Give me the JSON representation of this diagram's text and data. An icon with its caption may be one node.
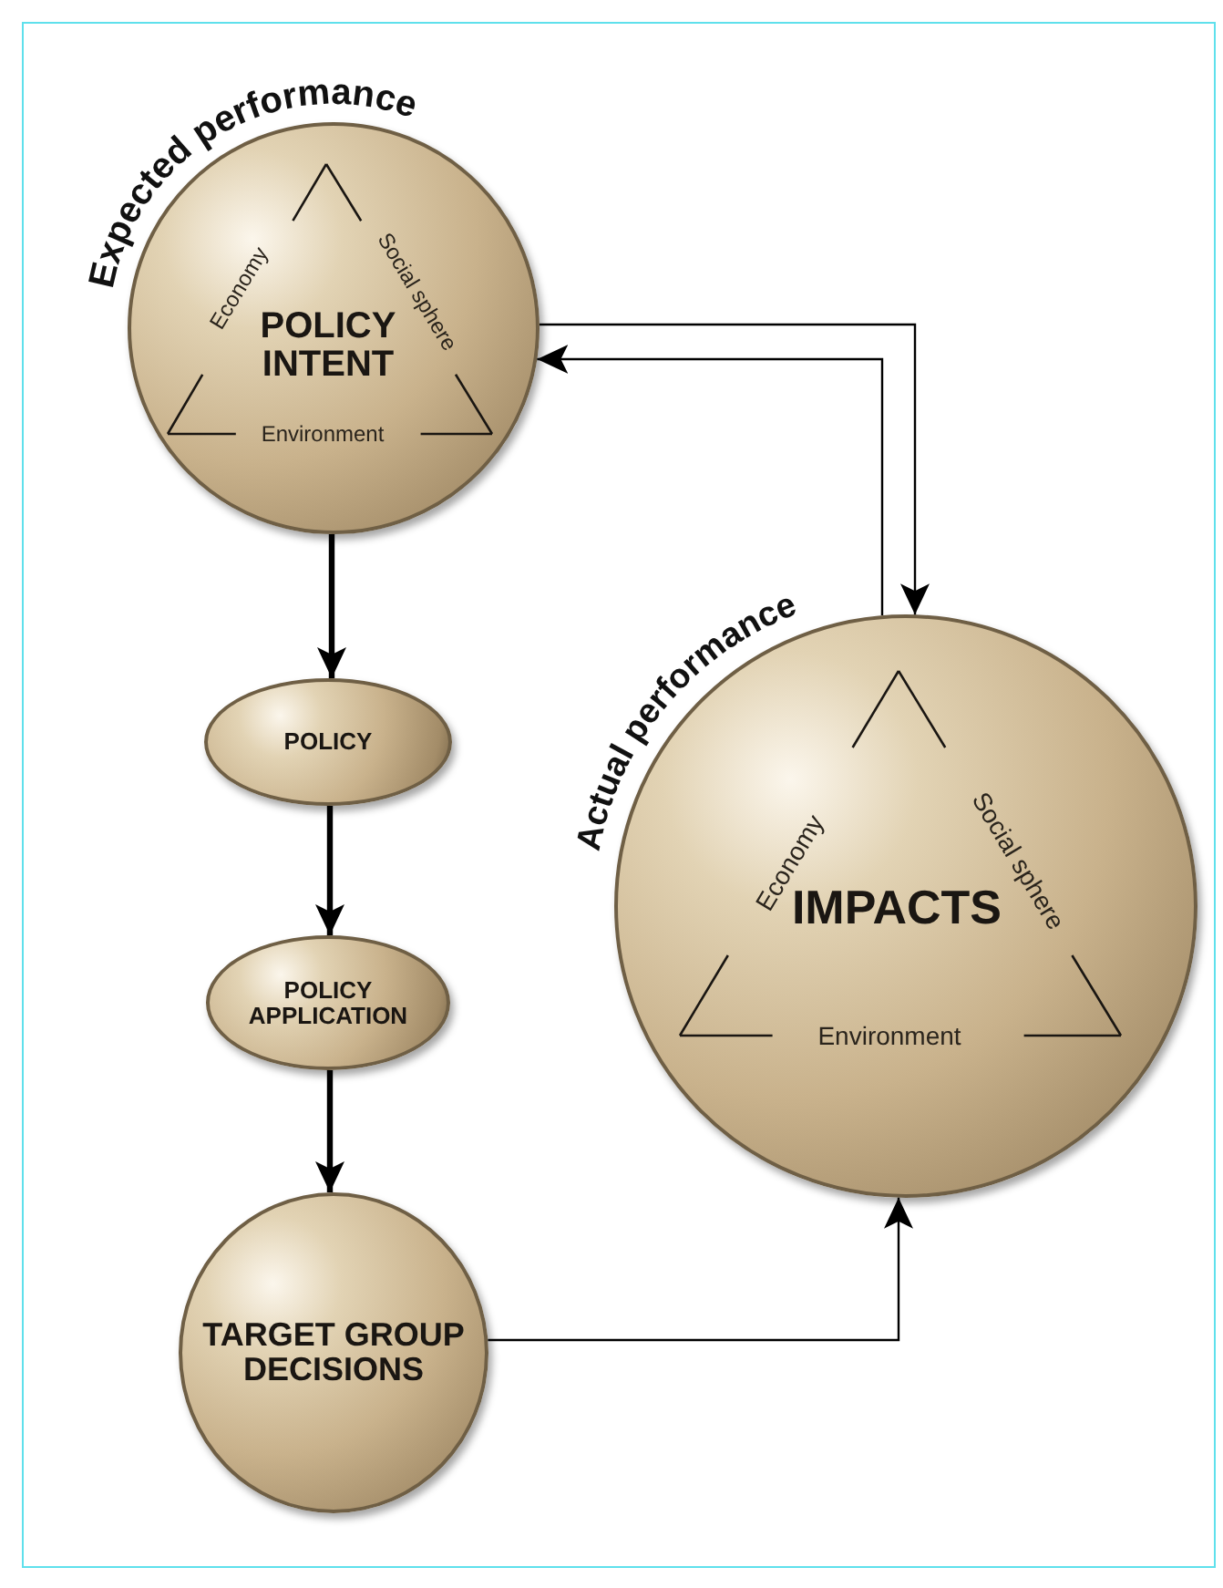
{
  "diagram": {
    "nodes": [
      {
        "text": [
          "Expected performance",
          "POLICY INTENT",
          "Economy",
          "Social sphere",
          "Environment"
        ]
      },
      {
        "text": [
          "POLICY"
        ]
      },
      {
        "text": [
          "POLICY APPLICATION"
        ]
      },
      {
        "text": [
          "TARGET GROUP DECISIONS"
        ]
      },
      {
        "text": [
          "Actual performance",
          "IMPACTS",
          "Economy",
          "Social sphere",
          "Environment"
        ]
      }
    ],
    "edges": [
      {
        "from": 0,
        "to": 1,
        "arrow": "to",
        "style": "thick"
      },
      {
        "from": 1,
        "to": 2,
        "arrow": "to",
        "style": "thick"
      },
      {
        "from": 2,
        "to": 3,
        "arrow": "to",
        "style": "thick"
      },
      {
        "from": 3,
        "to": 4,
        "arrow": "to"
      },
      {
        "from": 4,
        "to": 0,
        "arrow": "to"
      },
      {
        "from": 0,
        "to": 4,
        "arrow": "to"
      }
    ]
  }
}
